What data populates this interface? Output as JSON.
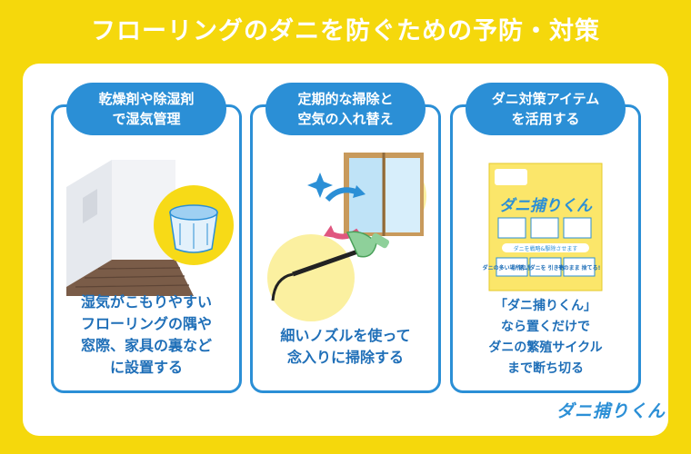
{
  "title": "フローリングのダニを防ぐための予防・対策",
  "cards": [
    {
      "heading": [
        "乾燥剤や除湿剤",
        "で湿気管理"
      ],
      "body": [
        "湿気がこもりやすい",
        "フローリングの隅や",
        "窓際、家具の裏など",
        "に設置する"
      ]
    },
    {
      "heading": [
        "定期的な掃除と",
        "空気の入れ替え"
      ],
      "body": [
        "細いノズルを使って",
        "念入りに掃除する"
      ]
    },
    {
      "heading": [
        "ダニ対策アイテム",
        "を活用する"
      ],
      "product": {
        "name": "ダニ捕りくん",
        "tagline": "ダニを戦略&駆除させます",
        "steps": [
          "ダニの多い場所に 置く!",
          "誘いダニを 引き寄せ!",
          "そのまま 捨てる!"
        ]
      },
      "body": [
        "「ダニ捕りくん」",
        "なら置くだけで",
        "ダニの繁殖サイクル",
        "まで断ち切る"
      ]
    }
  ],
  "logo": "ダニ捕りくん",
  "colors": {
    "background": "#f5d80c",
    "accent": "#2b8fd6",
    "text": "#1f6fb8",
    "floor": "#7a5c48"
  }
}
